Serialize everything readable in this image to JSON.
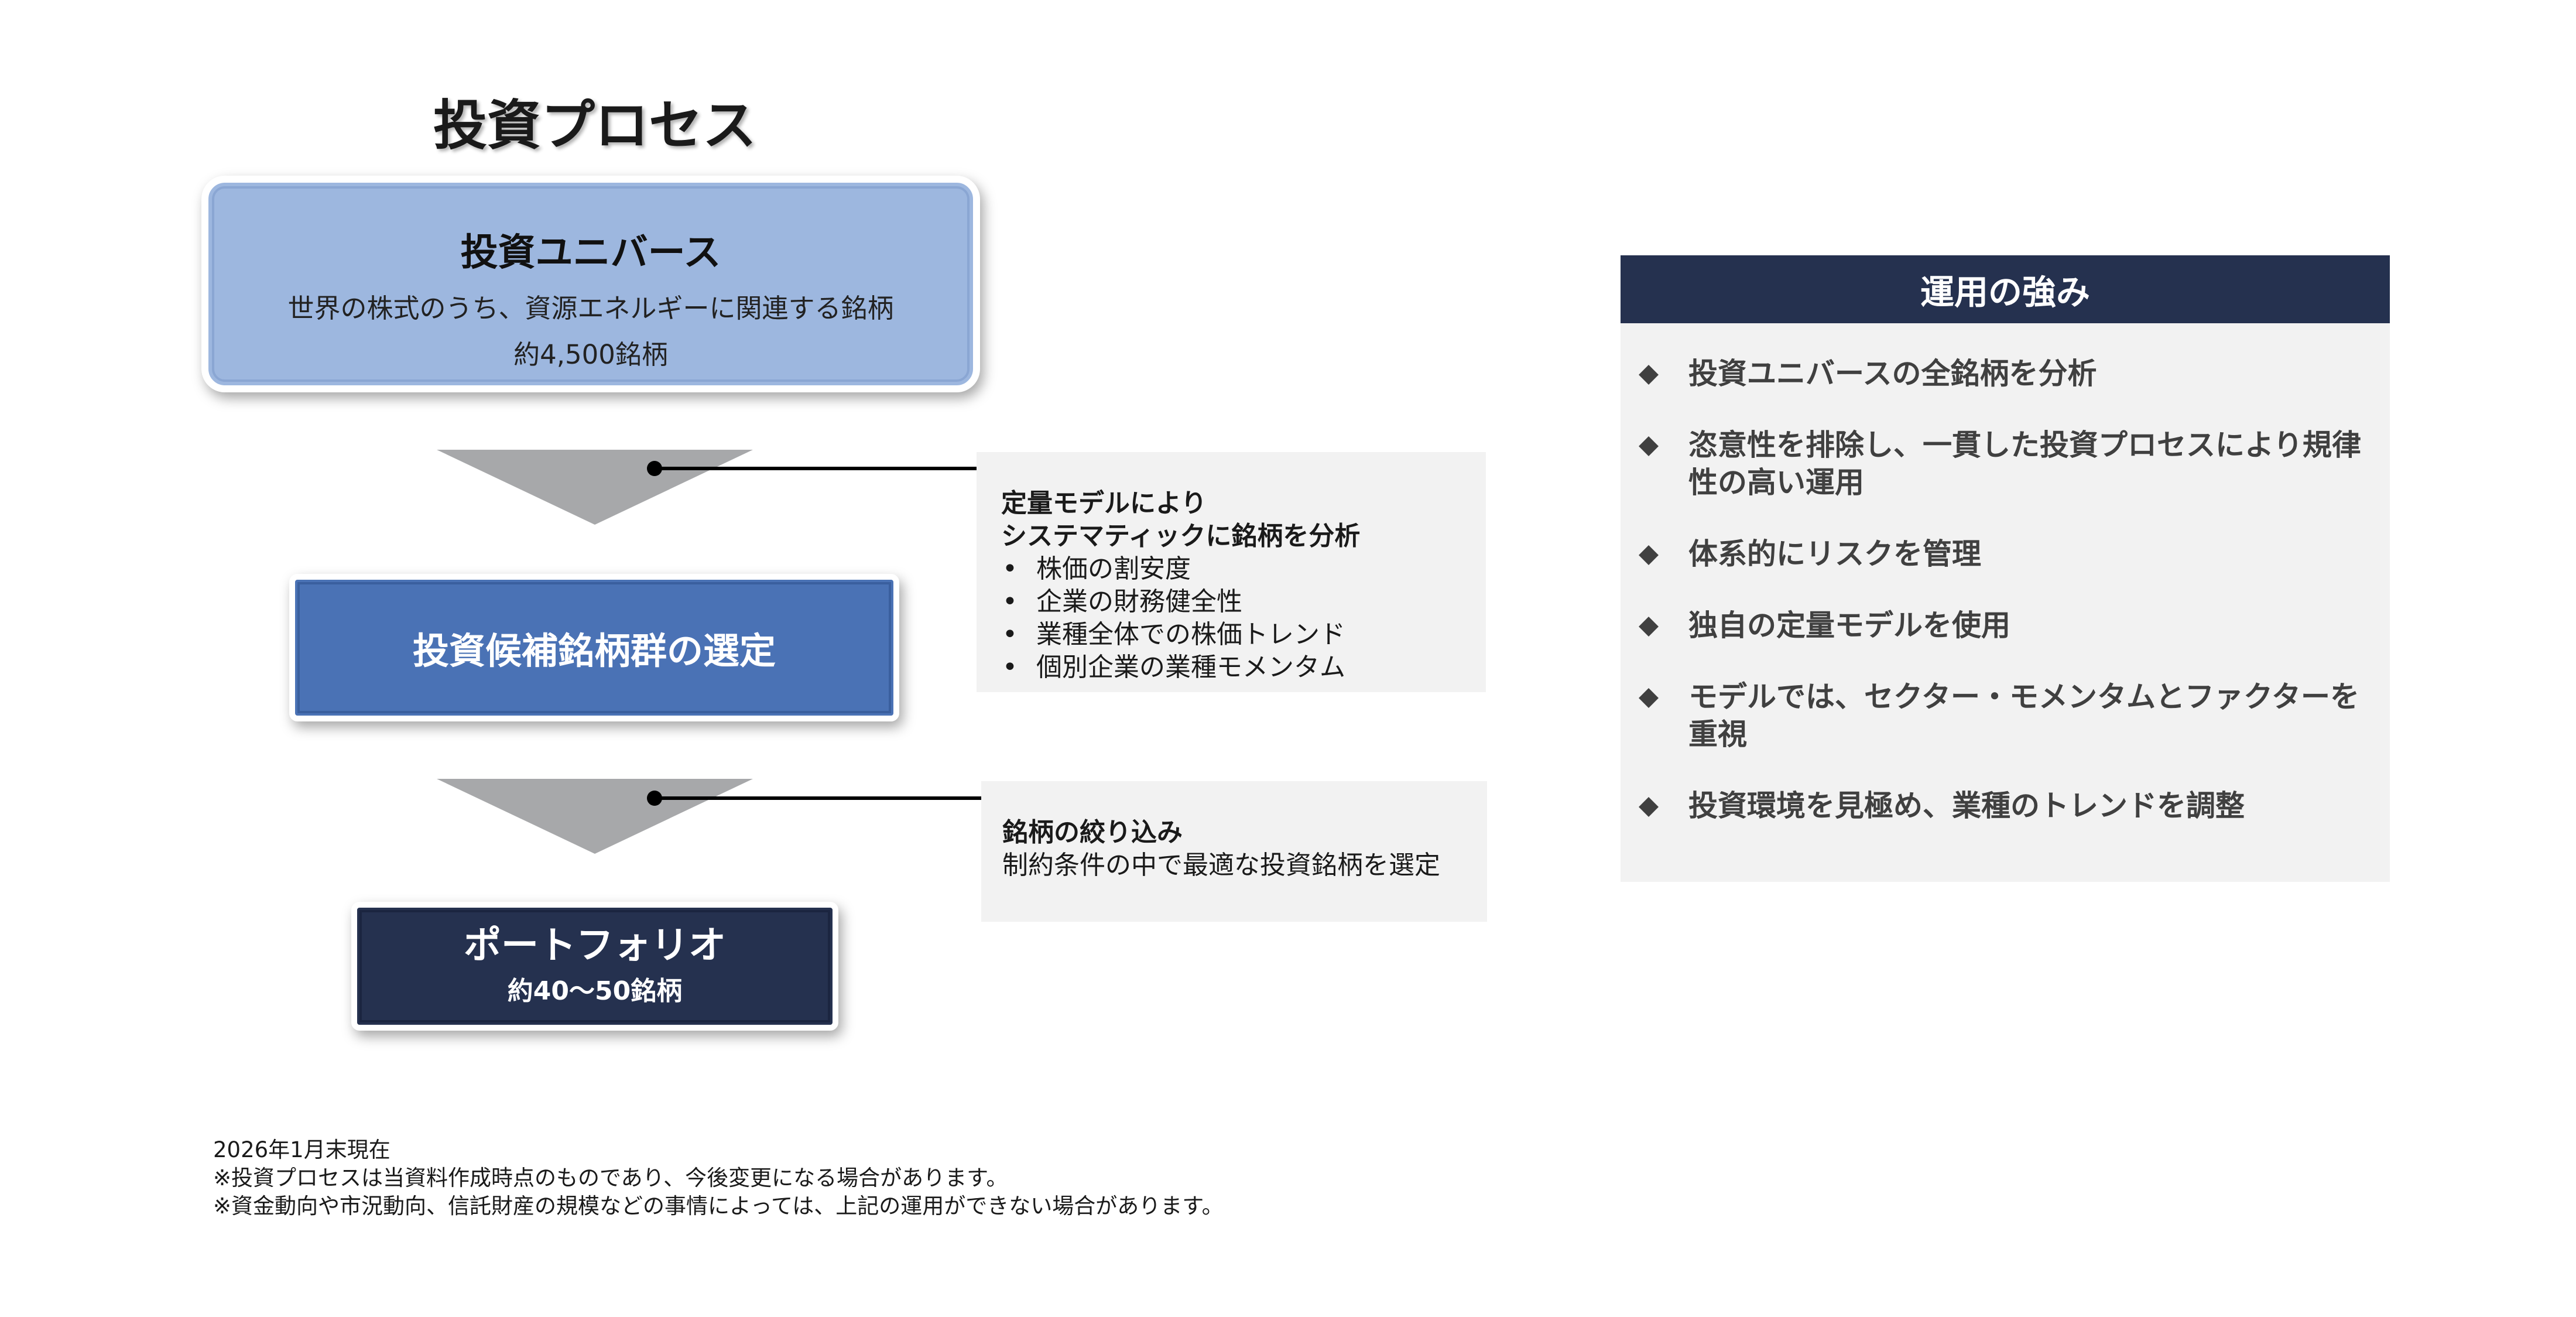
{
  "title": "投資プロセス",
  "universe": {
    "title": "投資ユニバース",
    "description": "世界の株式のうち、資源エネルギーに関連する銘柄",
    "count": "約4,500銘柄"
  },
  "candidate": {
    "title": "投資候補銘柄群の選定"
  },
  "portfolio": {
    "title": "ポートフォリオ",
    "count": "約40～50銘柄"
  },
  "note1": {
    "heading_line1": "定量モデルにより",
    "heading_line2": "システマティックに銘柄を分析",
    "bullets": [
      "株価の割安度",
      "企業の財務健全性",
      "業種全体での株価トレンド",
      "個別企業の業種モメンタム"
    ]
  },
  "note2": {
    "heading": "銘柄の絞り込み",
    "text": "制約条件の中で最適な投資銘柄を選定"
  },
  "strengths": {
    "header": "運用の強み",
    "items": [
      "投資ユニバースの全銘柄を分析",
      "恣意性を排除し、一貫した投資プロセスにより規律性の高い運用",
      "体系的にリスクを管理",
      "独自の定量モデルを使用",
      "モデルでは、セクター・モメンタムとファクターを重視",
      "投資環境を見極め、業種のトレンドを調整"
    ]
  },
  "footnotes": [
    "2026年1月末現在",
    "※投資プロセスは当資料作成時点のものであり、今後変更になる場合があります。",
    "※資金動向や市況動向、信託財産の規模などの事情によっては、上記の運用ができない場合があります。"
  ],
  "colors": {
    "universe_fill": "#9db7df",
    "candidate_fill": "#4a72b5",
    "portfolio_fill": "#25314f",
    "header_fill": "#25314f",
    "arrow_fill": "#a7a8aa",
    "panel_fill": "#f2f2f2"
  }
}
